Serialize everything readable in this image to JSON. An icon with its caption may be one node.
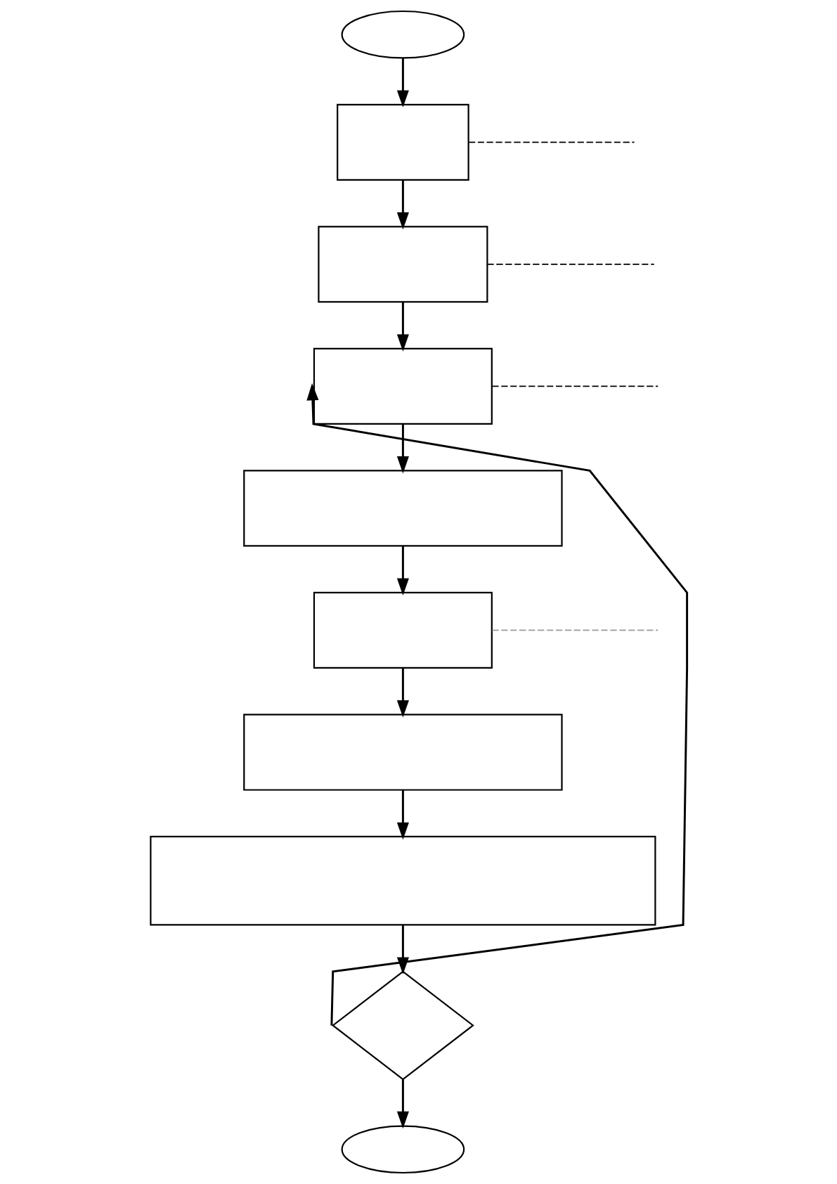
{
  "diagram": {
    "nodes": [
      {
        "text": [],
        "shape": "oval"
      },
      {
        "text": [],
        "shape": "box"
      },
      {
        "text": [],
        "shape": "box"
      },
      {
        "text": [],
        "shape": "box"
      },
      {
        "text": [],
        "shape": "box"
      },
      {
        "text": [],
        "shape": "box"
      },
      {
        "text": [],
        "shape": "box"
      },
      {
        "text": [],
        "shape": "box"
      },
      {
        "text": [],
        "shape": "diamond"
      },
      {
        "text": [],
        "shape": "oval"
      }
    ],
    "edges": [
      {
        "from": 0,
        "to": 1,
        "arrow": "to"
      },
      {
        "from": 1,
        "to": 2,
        "arrow": "to"
      },
      {
        "from": 2,
        "to": 3,
        "arrow": "to"
      },
      {
        "from": 3,
        "to": 4,
        "arrow": "to"
      },
      {
        "from": 4,
        "to": 5,
        "arrow": "to"
      },
      {
        "from": 5,
        "to": 6,
        "arrow": "to"
      },
      {
        "from": 6,
        "to": 7,
        "arrow": "to"
      },
      {
        "from": 7,
        "to": 8,
        "arrow": "to"
      },
      {
        "from": 8,
        "to": 9,
        "arrow": "to"
      },
      {
        "from": 8,
        "to": 3,
        "arrow": "to"
      },
      {
        "from": 1,
        "to": null,
        "arrow": "none",
        "style": "dashed"
      },
      {
        "from": 2,
        "to": null,
        "arrow": "none",
        "style": "dashed"
      },
      {
        "from": 3,
        "to": null,
        "arrow": "none",
        "style": "dashed"
      },
      {
        "from": 5,
        "to": null,
        "arrow": "none",
        "style": "dashed",
        "color": "#999999"
      }
    ]
  }
}
